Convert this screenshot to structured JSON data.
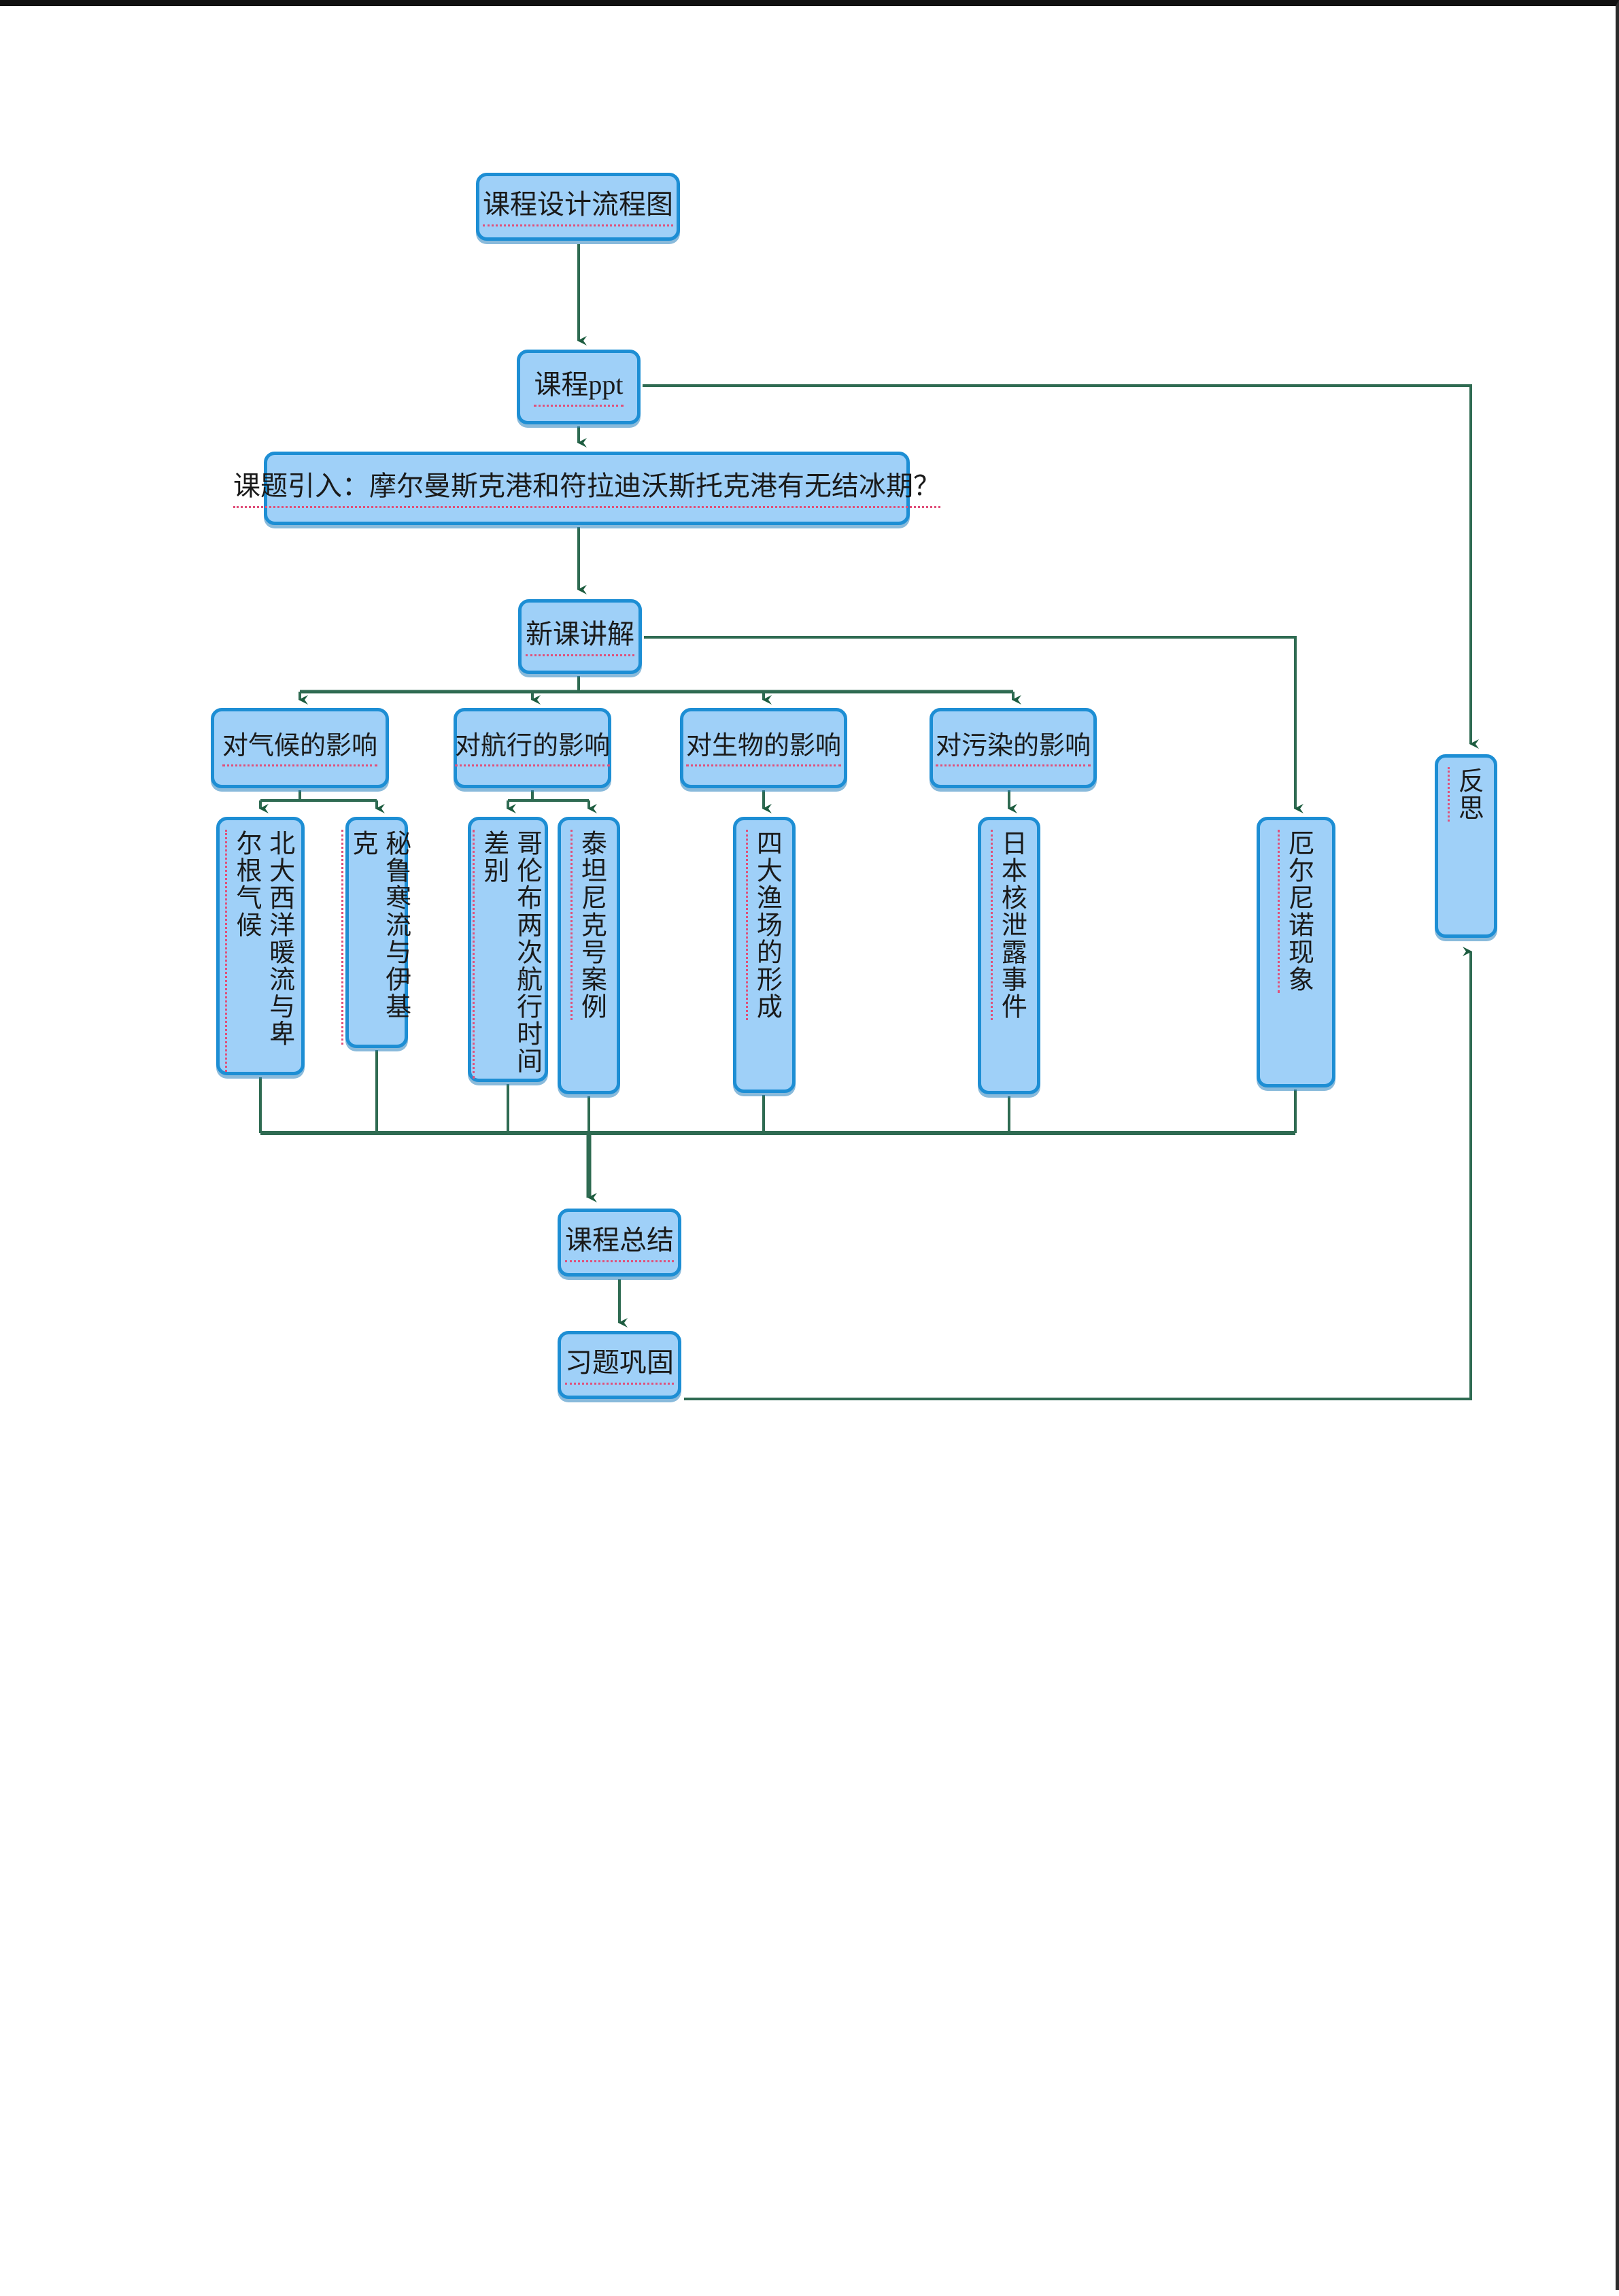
{
  "document": {
    "title": "课程设计流程图",
    "type": "flowchart"
  },
  "colors": {
    "node_fill": "#9fd0f8",
    "node_border": "#1d8ed4",
    "edge": "#2f6b52",
    "spellcheck_underline": "#e0507a",
    "page_border": "#111111",
    "background": "#ffffff"
  },
  "nodes": {
    "title": "课程设计流程图",
    "ppt": "课程ppt",
    "intro": "课题引入：摩尔曼斯克港和符拉迪沃斯托克港有无结冰期？",
    "new_lesson": "新课讲解",
    "cat_climate": "对气候的影响",
    "cat_navigation": "对航行的影响",
    "cat_biology": "对生物的影响",
    "cat_pollution": "对污染的影响",
    "leaf_atlantic": "北大西洋暖流与卑尔根气候",
    "leaf_peru": "秘鲁寒流与伊基克",
    "leaf_columbus": "哥伦布两次航行时间差别",
    "leaf_titanic": "泰坦尼克号案例",
    "leaf_fishery": "四大渔场的形成",
    "leaf_nuclear": "日本核泄露事件",
    "leaf_elnino": "厄尔尼诺现象",
    "reflection": "反思",
    "summary": "课程总结",
    "exercise": "习题巩固"
  },
  "edges": [
    {
      "from": "title",
      "to": "ppt",
      "style": "straight-down-arrow"
    },
    {
      "from": "ppt",
      "to": "intro",
      "style": "straight-down-arrow"
    },
    {
      "from": "ppt",
      "to": "reflection",
      "style": "right-then-down-arrow"
    },
    {
      "from": "intro",
      "to": "new_lesson",
      "style": "straight-down-arrow"
    },
    {
      "from": "new_lesson",
      "to": "cat_climate",
      "style": "bus-split-arrow"
    },
    {
      "from": "new_lesson",
      "to": "cat_navigation",
      "style": "bus-split-arrow"
    },
    {
      "from": "new_lesson",
      "to": "cat_biology",
      "style": "bus-split-arrow"
    },
    {
      "from": "new_lesson",
      "to": "cat_pollution",
      "style": "bus-split-arrow"
    },
    {
      "from": "new_lesson",
      "to": "leaf_elnino",
      "style": "right-then-down-arrow"
    },
    {
      "from": "cat_climate",
      "to": "leaf_atlantic",
      "style": "bus-split-arrow"
    },
    {
      "from": "cat_climate",
      "to": "leaf_peru",
      "style": "bus-split-arrow"
    },
    {
      "from": "cat_navigation",
      "to": "leaf_columbus",
      "style": "bus-split-arrow"
    },
    {
      "from": "cat_navigation",
      "to": "leaf_titanic",
      "style": "bus-split-arrow"
    },
    {
      "from": "cat_biology",
      "to": "leaf_fishery",
      "style": "straight-down-arrow"
    },
    {
      "from": "cat_pollution",
      "to": "leaf_nuclear",
      "style": "straight-down-arrow"
    },
    {
      "from": "leaf_atlantic",
      "to": "summary",
      "style": "merge-bus"
    },
    {
      "from": "leaf_peru",
      "to": "summary",
      "style": "merge-bus"
    },
    {
      "from": "leaf_columbus",
      "to": "summary",
      "style": "merge-bus"
    },
    {
      "from": "leaf_titanic",
      "to": "summary",
      "style": "merge-bus"
    },
    {
      "from": "leaf_fishery",
      "to": "summary",
      "style": "merge-bus"
    },
    {
      "from": "leaf_nuclear",
      "to": "summary",
      "style": "merge-bus"
    },
    {
      "from": "leaf_elnino",
      "to": "summary",
      "style": "merge-bus"
    },
    {
      "from": "summary",
      "to": "exercise",
      "style": "straight-down-arrow"
    },
    {
      "from": "exercise",
      "to": "reflection",
      "style": "right-then-up-arrow"
    }
  ]
}
